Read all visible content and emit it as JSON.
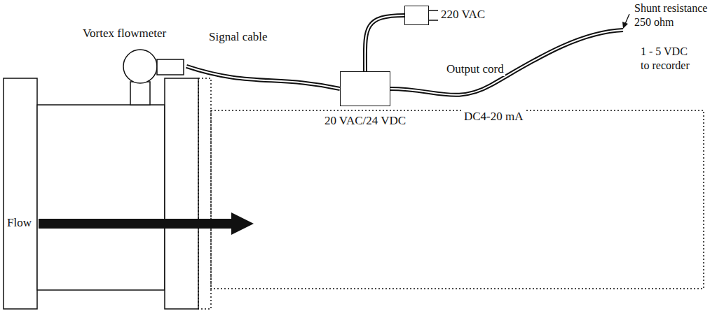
{
  "diagram": {
    "nodes": [
      {
        "text": [
          "Vortex flowmeter"
        ]
      },
      {
        "text": [
          "20 VAC/24 VDC"
        ]
      },
      {
        "text": [
          "220 VAC"
        ]
      }
    ],
    "edges": [
      {
        "from": 0,
        "to": 1,
        "label": "Signal cable",
        "arrow": "none"
      },
      {
        "from": 2,
        "to": 1,
        "arrow": "none"
      }
    ],
    "labels": [
      "Output cord",
      "DC4-20 mA",
      "Shunt resistance 250 ohm",
      "1 - 5 VDC to recorder",
      "Flow"
    ]
  }
}
